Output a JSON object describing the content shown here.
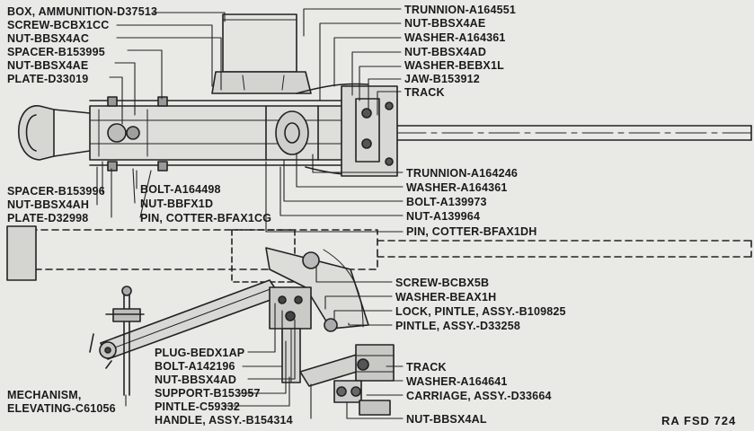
{
  "figure": {
    "reference": "RA FSD 724",
    "bg_color": "#e9e9e6",
    "ink_color": "#222222"
  },
  "labels": {
    "box_ammunition": "BOX, AMMUNITION-D37513",
    "screw_bcbx1cc": "SCREW-BCBX1CC",
    "nut_bbsx4ac": "NUT-BBSX4AC",
    "spacer_b153995": "SPACER-B153995",
    "nut_bbsx4ae_left": "NUT-BBSX4AE",
    "plate_d33019": "PLATE-D33019",
    "trunnion_a164551": "TRUNNION-A164551",
    "nut_bbsx4ae_right": "NUT-BBSX4AE",
    "washer_a164361_top": "WASHER-A164361",
    "nut_bbsx4ad": "NUT-BBSX4AD",
    "washer_bebx1l": "WASHER-BEBX1L",
    "jaw_b153912": "JAW-B153912",
    "track_top": "TRACK",
    "spacer_b153996": "SPACER-B153996",
    "nut_bbsx4ah": "NUT-BBSX4AH",
    "plate_d32998": "PLATE-D32998",
    "bolt_a164498": "BOLT-A164498",
    "nut_bbfx1d": "NUT-BBFX1D",
    "pin_cotter_bfax1cg": "PIN, COTTER-BFAX1CG",
    "trunnion_a164246": "TRUNNION-A164246",
    "washer_a164361_mid": "WASHER-A164361",
    "bolt_a139973": "BOLT-A139973",
    "nut_a139964": "NUT-A139964",
    "pin_cotter_bfax1dh": "PIN, COTTER-BFAX1DH",
    "screw_bcbx5b": "SCREW-BCBX5B",
    "washer_beax1h": "WASHER-BEAX1H",
    "lock_pintle": "LOCK, PINTLE, ASSY.-B109825",
    "pintle_assy": "PINTLE, ASSY.-D33258",
    "plug_bedx1ap": "PLUG-BEDX1AP",
    "bolt_a142196": "BOLT-A142196",
    "nut_bbsx4ad_bottom": "NUT-BBSX4AD",
    "support_b153957": "SUPPORT-B153957",
    "pintle_c59332": "PINTLE-C59332",
    "handle_assy": "HANDLE, ASSY.-B154314",
    "mechanism_line1": "MECHANISM,",
    "mechanism_line2": "ELEVATING-C61056",
    "track_bottom": "TRACK",
    "washer_a164641": "WASHER-A164641",
    "carriage_assy": "CARRIAGE, ASSY.-D33664",
    "nut_bbsx4al": "NUT-BBSX4AL"
  }
}
